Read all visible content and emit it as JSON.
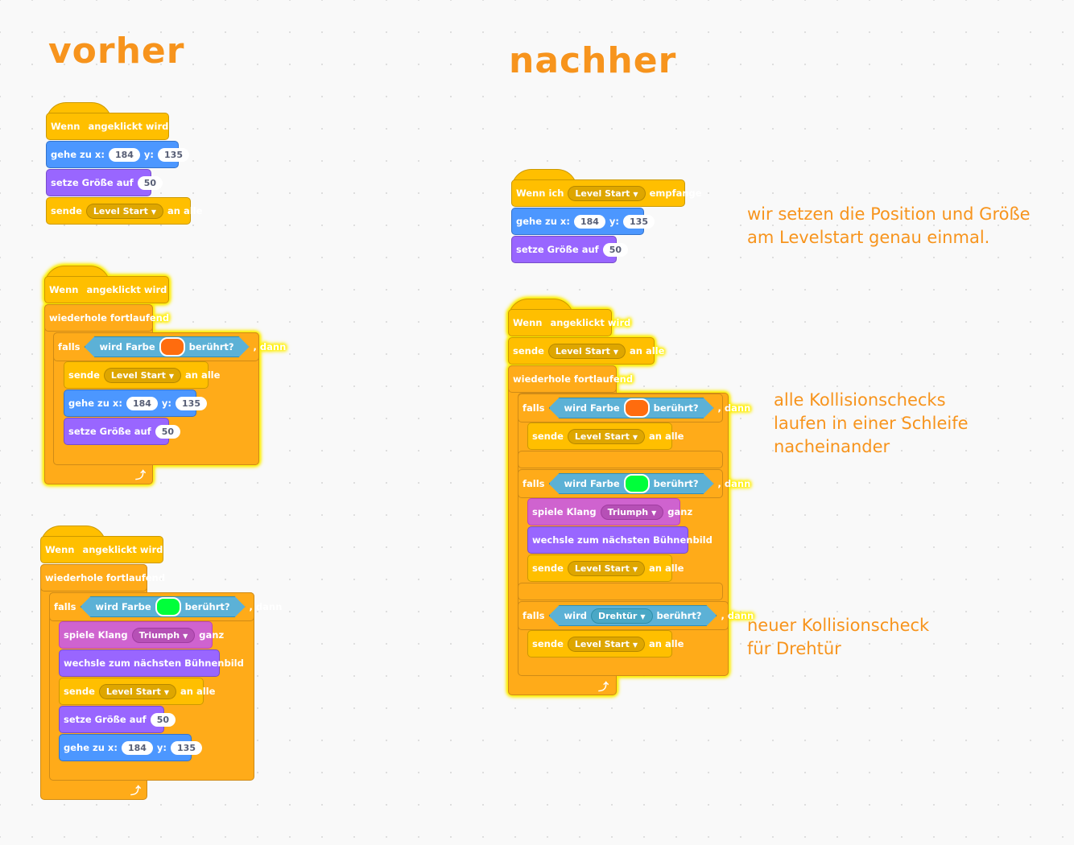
{
  "headings": {
    "before": "vorher",
    "after": "nachher"
  },
  "notes": {
    "position_size": [
      "wir setzen die Position und Größe",
      "am Levelstart genau einmal."
    ],
    "collision_loop": [
      "alle Kollisionschecks",
      "laufen in einer Schleife",
      "nacheinander"
    ],
    "new_check": [
      "neuer Kollisionscheck",
      "für Drehtür"
    ]
  },
  "colors": {
    "orange_swatch": "#ff6c0e",
    "green_swatch": "#00ff3a",
    "heading": "#f7941d",
    "highlight": "#ffee00"
  },
  "icons": {
    "flag": "green-flag-icon",
    "loop_arrow": "rotate-arrow-icon",
    "dropdown": "caret-down-icon"
  },
  "labels": {
    "when": "Wenn",
    "clicked": "angeklickt wird",
    "when_i": "Wenn ich",
    "receive": "empfange",
    "goto_x": "gehe zu x:",
    "y": "y:",
    "x_val": "184",
    "y_val": "135",
    "set_size": "setze Größe auf",
    "size_val": "50",
    "broadcast": "sende",
    "to_all": "an alle",
    "msg": "Level Start",
    "forever": "wiederhole fortlaufend",
    "if": "falls",
    "then": ", dann",
    "touching_color": "wird Farbe",
    "touched": "berührt?",
    "touching": "wird",
    "revolving_door": "Drehtür",
    "play_sound": "spiele Klang",
    "sound": "Triumph",
    "until_done": "ganz",
    "next_backdrop": "wechsle zum nächsten Bühnenbild",
    "loop_arrow": "⤴"
  }
}
